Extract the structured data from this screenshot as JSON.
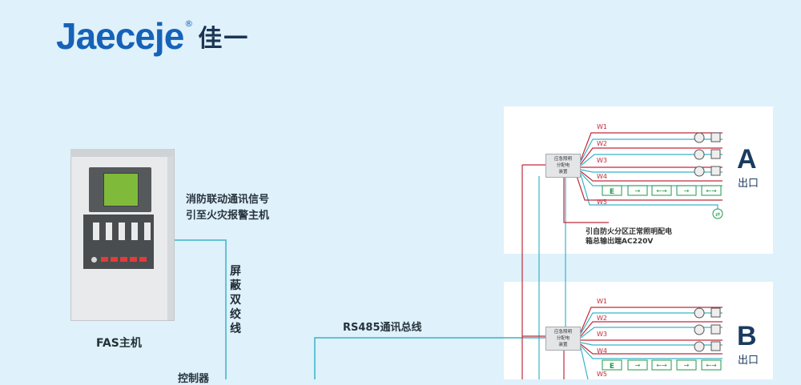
{
  "logo": {
    "word": "Jaeceje",
    "registered": "®",
    "cn": "佳一"
  },
  "fas": {
    "label": "FAS主机"
  },
  "labels": {
    "linkage_line1": "消防联动通讯信号",
    "linkage_line2": "引至火灾报警主机",
    "twisted_pair": [
      "屏",
      "蔽",
      "双",
      "绞",
      "线"
    ],
    "rs485": "RS485通讯总线",
    "bottom_cut": "控制器"
  },
  "panels": [
    {
      "id": "A",
      "letter": "A",
      "sub": "出口",
      "dist_box": [
        "应急照明",
        "分配电",
        "装置"
      ],
      "wires": [
        "W1",
        "W2",
        "W3",
        "W4",
        "W5"
      ],
      "note_line1": "引自防火分区正常照明配电",
      "note_line2": "箱总输出端AC220V"
    },
    {
      "id": "B",
      "letter": "B",
      "sub": "出口",
      "dist_box": [
        "应急照明",
        "分配电",
        "装置"
      ],
      "wires": [
        "W1",
        "W2",
        "W3",
        "W4",
        "W5"
      ]
    }
  ],
  "colors": {
    "background": "#dff1fb",
    "brand_blue": "#1662b8",
    "cyan_line": "#39b4c7",
    "red_line": "#c02a3b",
    "green_sign": "#1f9a4a"
  }
}
